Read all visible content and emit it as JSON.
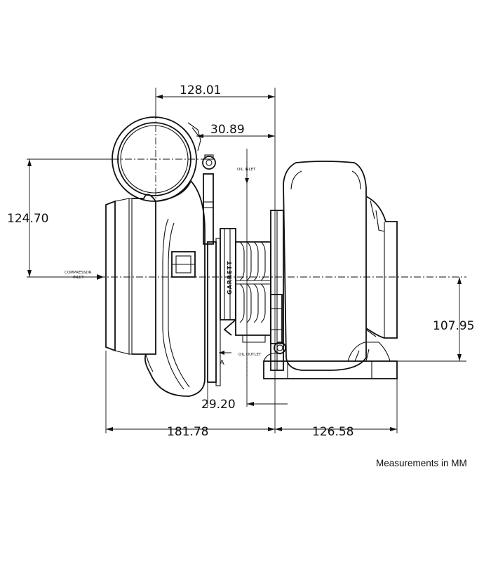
{
  "dimensions": {
    "top_width": "128.01",
    "oil_offset": "30.89",
    "left_height": "124.70",
    "right_height": "107.95",
    "bottom_offset": "29.20",
    "left_width": "181.78",
    "right_width": "126.58"
  },
  "labels": {
    "compressor_inlet_line1": "COMPRESSOR",
    "compressor_inlet_line2": "INLET",
    "oil_inlet": "OIL INLET",
    "oil_outlet": "OIL OUTLET",
    "view_marker": "A",
    "brand": "GARRETT"
  },
  "footer": {
    "units_note": "Measurements in MM"
  }
}
